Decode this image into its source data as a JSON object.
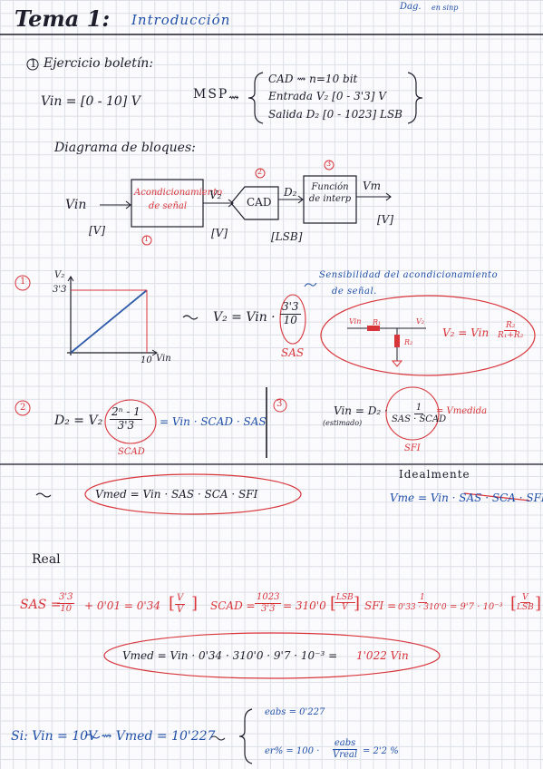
{
  "header": {
    "tema": "Tema 1:",
    "title": "Introducción",
    "course": "Dag.",
    "course_sub": "en sinp"
  },
  "ejercicio": {
    "num": "1",
    "label": "Ejercicio boletín:",
    "vin_range": "Vin = [0 - 10] V",
    "msp": "MSP",
    "cad": "CAD ⇝ n=10 bit",
    "entrada": "Entrada  V₂ [0 - 3'3] V",
    "salida": "Salida  D₂ [0 - 1023] LSB"
  },
  "diagrama": {
    "title": "Diagrama de bloques:",
    "vin": "Vin",
    "vin_unit": "[V]",
    "block1": "Acondicionamiento de señal",
    "block1_num": "1",
    "v2": "V₂",
    "v2_unit": "[V]",
    "cad": "CAD",
    "cad_num": "2",
    "d2": "D₂",
    "d2_unit": "[LSB]",
    "block3": "Función de interp",
    "block3_num": "3",
    "vm": "Vm",
    "vm_unit": "[V]"
  },
  "paso1": {
    "num": "1",
    "graph_y": "V₂",
    "graph_y_tick": "3'3",
    "graph_x": "Vin",
    "graph_x_tick": "10",
    "eq_lhs": "V₂ = Vin ·",
    "frac_num": "3'3",
    "frac_den": "10",
    "sas": "SAS",
    "sensib": "Sensibilidad del acondicionamiento",
    "sensib2": "de señal.",
    "circ_vin": "Vin",
    "circ_r1": "R₁",
    "circ_v2": "V₂",
    "circ_r2": "R₂",
    "divider_eq": "V₂ = Vin",
    "divider_num": "R₂",
    "divider_den": "R₁+R₂"
  },
  "paso2": {
    "num": "2",
    "lhs": "D₂ = V₂",
    "frac_num": "2ⁿ - 1",
    "frac_den": "3'3",
    "rhs": "= Vin · SCAD · SAS",
    "scad": "SCAD"
  },
  "paso3": {
    "num": "3",
    "lhs": "Vin = D₂ ·",
    "estimado": "(estimado)",
    "frac_num": "1",
    "frac_den": "SAS · SCAD",
    "rhs": "= Vmedida",
    "sfi": "SFI"
  },
  "vmed": {
    "eq": "Vmed = Vin · SAS · SCA · SFI",
    "idealmente": "Idealmente",
    "ideal_eq": "Vme = Vin · SAS · SCA · SFI"
  },
  "real": {
    "label": "Real",
    "sas_lhs": "SAS =",
    "sas_num": "3'3",
    "sas_den": "10",
    "sas_rhs": "+ 0'01 = 0'34",
    "sas_unit_num": "V",
    "sas_unit_den": "V",
    "scad_lhs": "SCAD =",
    "scad_num": "1023",
    "scad_den": "3'3",
    "scad_rhs": "= 310'0",
    "scad_unit_num": "LSB",
    "scad_unit_den": "V",
    "sfi_lhs": "SFI =",
    "sfi_num": "1",
    "sfi_den": "0'33 · 310'0",
    "sfi_rhs": "= 9'7 · 10⁻³",
    "sfi_unit_num": "V",
    "sfi_unit_den": "LSB",
    "final_eq": "Vmed = Vin · 0'34 · 310'0 · 9'7 · 10⁻³ =",
    "final_val": "1'022 Vin"
  },
  "si": {
    "lhs": "Si: Vin = 10V ⇝ Vmed = 10'227",
    "eabs": "eabs = 0'227",
    "erel_lhs": "er% = 100 ·",
    "erel_num": "eabs",
    "erel_den": "Vreal",
    "erel_rhs": "= 2'2 %"
  }
}
